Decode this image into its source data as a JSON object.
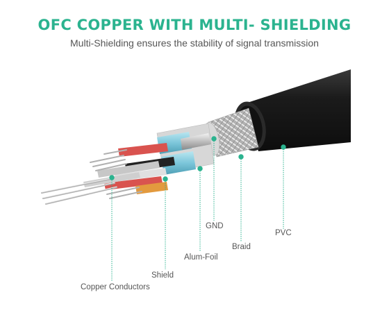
{
  "title": "OFC COPPER WITH MULTI- SHIELDING",
  "subtitle": "Multi-Shielding ensures the stability of signal transmission",
  "labels": {
    "pvc": "PVC",
    "braid": "Braid",
    "gnd": "GND",
    "alum_foil": "Alum-Foil",
    "shield": "Shield",
    "copper_conductors": "Copper Conductors"
  },
  "colors": {
    "accent": "#2bb38f",
    "text": "#555555",
    "jacket": "#1c1c1c",
    "foil_blue": "#8fd0e0",
    "wire_red": "#d9534f",
    "wire_orange": "#e39a3e",
    "wire_black": "#222222",
    "copper_silver": "#c8c8c8"
  }
}
